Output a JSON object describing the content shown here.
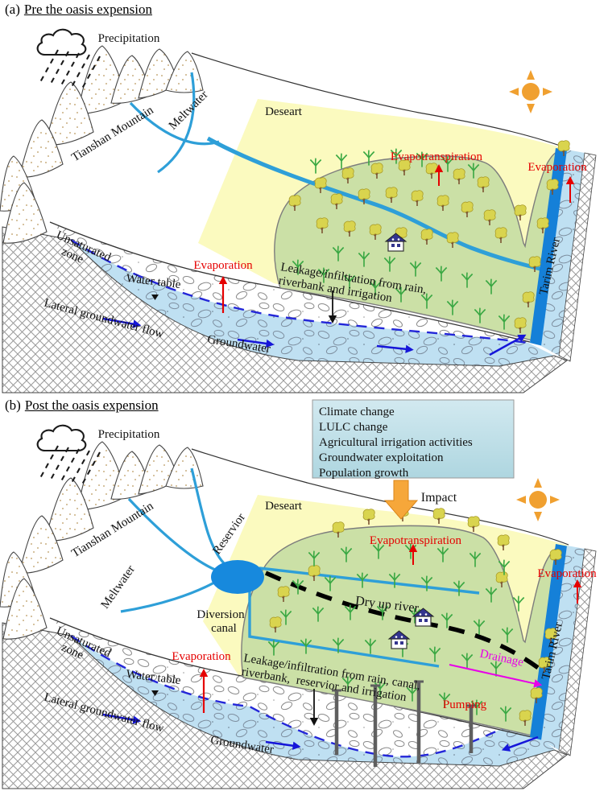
{
  "figure": {
    "description": "Conceptual hydrogeologic diagram of Tarim River basin before and after oasis expansion"
  },
  "colors": {
    "river_blue": "#2e9fd8",
    "tarim_band_blue": "#1580d8",
    "groundwater_fill": "#bfe0f2",
    "desert_yellow": "#fbfabf",
    "oasis_green": "#cbe0a6",
    "label_red": "#e50000",
    "label_magenta": "#e800e8",
    "flow_arrow_blue": "#1616d9",
    "black": "#111111",
    "sun_orange": "#f0a030",
    "impact_arrow_orange": "#f6a73a",
    "impact_box_teal": "#bcdfe8",
    "tree_foliage": "#d9d44e",
    "tree_trunk": "#7a5230",
    "grass_green": "#3aa843",
    "well_gray": "#5f5f5f"
  },
  "icons": {
    "cloud": "cloud-icon",
    "sun": "sun-icon",
    "tree": "tree-icon",
    "grass": "grass-icon",
    "house": "house-icon",
    "well": "pumping-well-icon"
  },
  "panel_a": {
    "prefix": "(a)",
    "title": "Pre the oasis expension",
    "precipitation": "Precipitation",
    "mountain": "Tianshan Mountain",
    "meltwater": "Meltwater",
    "desert": "Deseart",
    "evapotranspiration": "Evapotranspiration",
    "evaporation_river": "Evaporation",
    "evaporation_soil": "Evaporation",
    "leakage_line1": "Leakage/infiltration from rain,",
    "leakage_line2": "riverbank and irrigation",
    "unsaturated_line1": "Unsaturated",
    "unsaturated_line2": "zone",
    "water_table": "Water table",
    "lateral_flow": "Lateral groundwater flow",
    "groundwater": "Groundwater",
    "tarim_river": "Tarim River"
  },
  "panel_b": {
    "prefix": "(b)",
    "title": "Post the oasis expension",
    "precipitation": "Precipitation",
    "mountain": "Tianshan Mountain",
    "meltwater": "Meltwater",
    "desert": "Deseart",
    "reservoir": "Reservior",
    "diversion_line1": "Diversion",
    "diversion_line2": "canal",
    "dry_up_river": "Dry up river",
    "evapotranspiration": "Evapotranspiration",
    "evaporation_river": "Evaporation",
    "evaporation_soil": "Evaporation",
    "leakage_line1": "Leakage/infiltration from rain, canal,",
    "leakage_line2": "riverbank,  reservior and irrigation",
    "drainage": "Drainage",
    "pumping": "Pumping",
    "unsaturated_line1": "Unsaturated",
    "unsaturated_line2": "zone",
    "water_table": "Water table",
    "lateral_flow": "Lateral groundwater flow",
    "groundwater": "Groundwater",
    "tarim_river": "Tarim River",
    "impact": "Impact",
    "impact_box": {
      "lines": [
        "Climate change",
        "LULC change",
        "Agricultural irrigation activities",
        "Groundwater exploitation",
        "Population growth"
      ]
    }
  }
}
